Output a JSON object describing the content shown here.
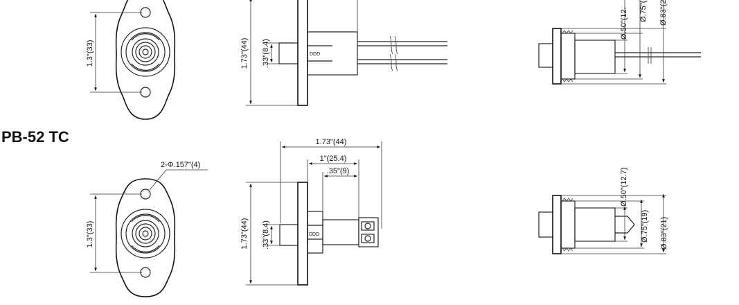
{
  "section_title": "PB-52 TC",
  "top": {
    "front": {
      "height_dim": "1.3\"(33)"
    },
    "side": {
      "height_dim": "1.73\"(44)",
      "small_dim": ".33\"(8.4)",
      "terminal_mark": "DDD"
    },
    "right": {
      "dia_a": "Ø.50\"(12.",
      "dia_b": "Ø.75\"(1",
      "dia_c": "Ø.83\"(2"
    }
  },
  "bottom": {
    "front": {
      "hole_dim": "2-Φ.157\"(4)",
      "height_dim": "1.3\"(33)"
    },
    "side": {
      "overall_length": "1.73\"(44)",
      "mid_length": "1\"(25.4)",
      "short_length": ".35\"(9)",
      "height_dim": "1.73\"(44)",
      "small_dim": ".33\"(8.4)",
      "terminal_mark": "DDD"
    },
    "right": {
      "dia_a": "Ø.50\"(12.7)",
      "dia_b": "Ø.75\"(19)",
      "dia_c": "Ø.83\"(21)"
    }
  }
}
